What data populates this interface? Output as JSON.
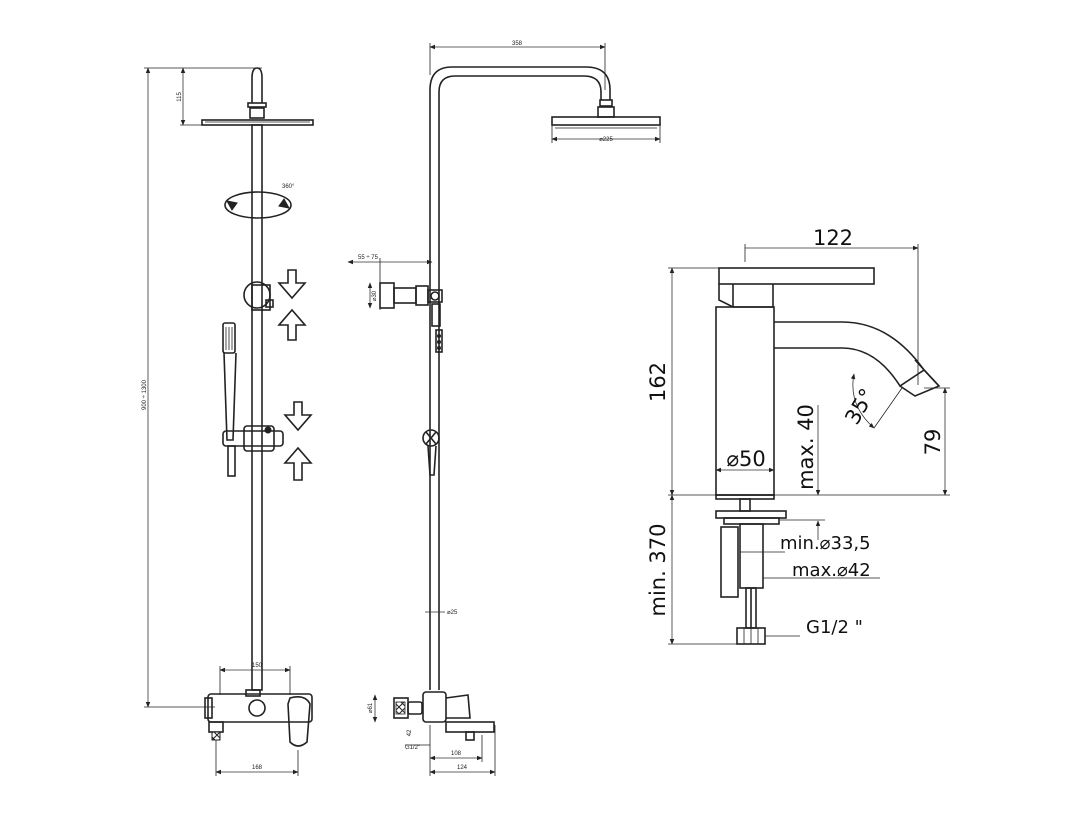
{
  "shower_front": {
    "dim_head_height": "115",
    "dim_total_height": "900 ÷ 1300",
    "rotation_label": "360°",
    "dim_mixer_width": "150",
    "dim_mixer_base": "168"
  },
  "shower_side": {
    "dim_arm_length": "358",
    "dim_head_diameter": "⌀225",
    "dim_support_offset": "55 ÷ 75",
    "dim_support_diameter": "⌀30",
    "dim_column_diameter": "⌀25",
    "dim_connector_diameter": "⌀61",
    "dim_connector_length": "42",
    "dim_inlet_thread": "G1/2\"",
    "dim_spout_depth": "108",
    "dim_total_depth": "124"
  },
  "basin_mixer": {
    "dim_reach": "122",
    "dim_height": "162",
    "dim_angle": "35°",
    "dim_spout_height": "79",
    "dim_base_diameter": "⌀50",
    "dim_max_thickness": "max. 40",
    "dim_hose_length": "min. 370",
    "dim_min_hole": "min.⌀33,5",
    "dim_max_hole": "max.⌀42",
    "dim_thread": "G1/2 \""
  }
}
